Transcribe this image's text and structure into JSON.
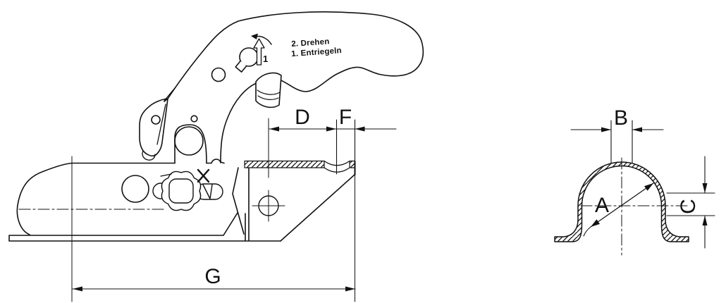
{
  "drawing": {
    "background": "#ffffff",
    "line_color": "#111111",
    "left_view": {
      "instruction_line1": "2. Drehen",
      "instruction_line2": "1. Entriegeln",
      "arrow_label": "1",
      "dim_d": "D",
      "dim_f": "F",
      "dim_g": "G"
    },
    "right_view": {
      "dim_b": "B",
      "dim_a": "A",
      "dim_c": "C"
    }
  }
}
